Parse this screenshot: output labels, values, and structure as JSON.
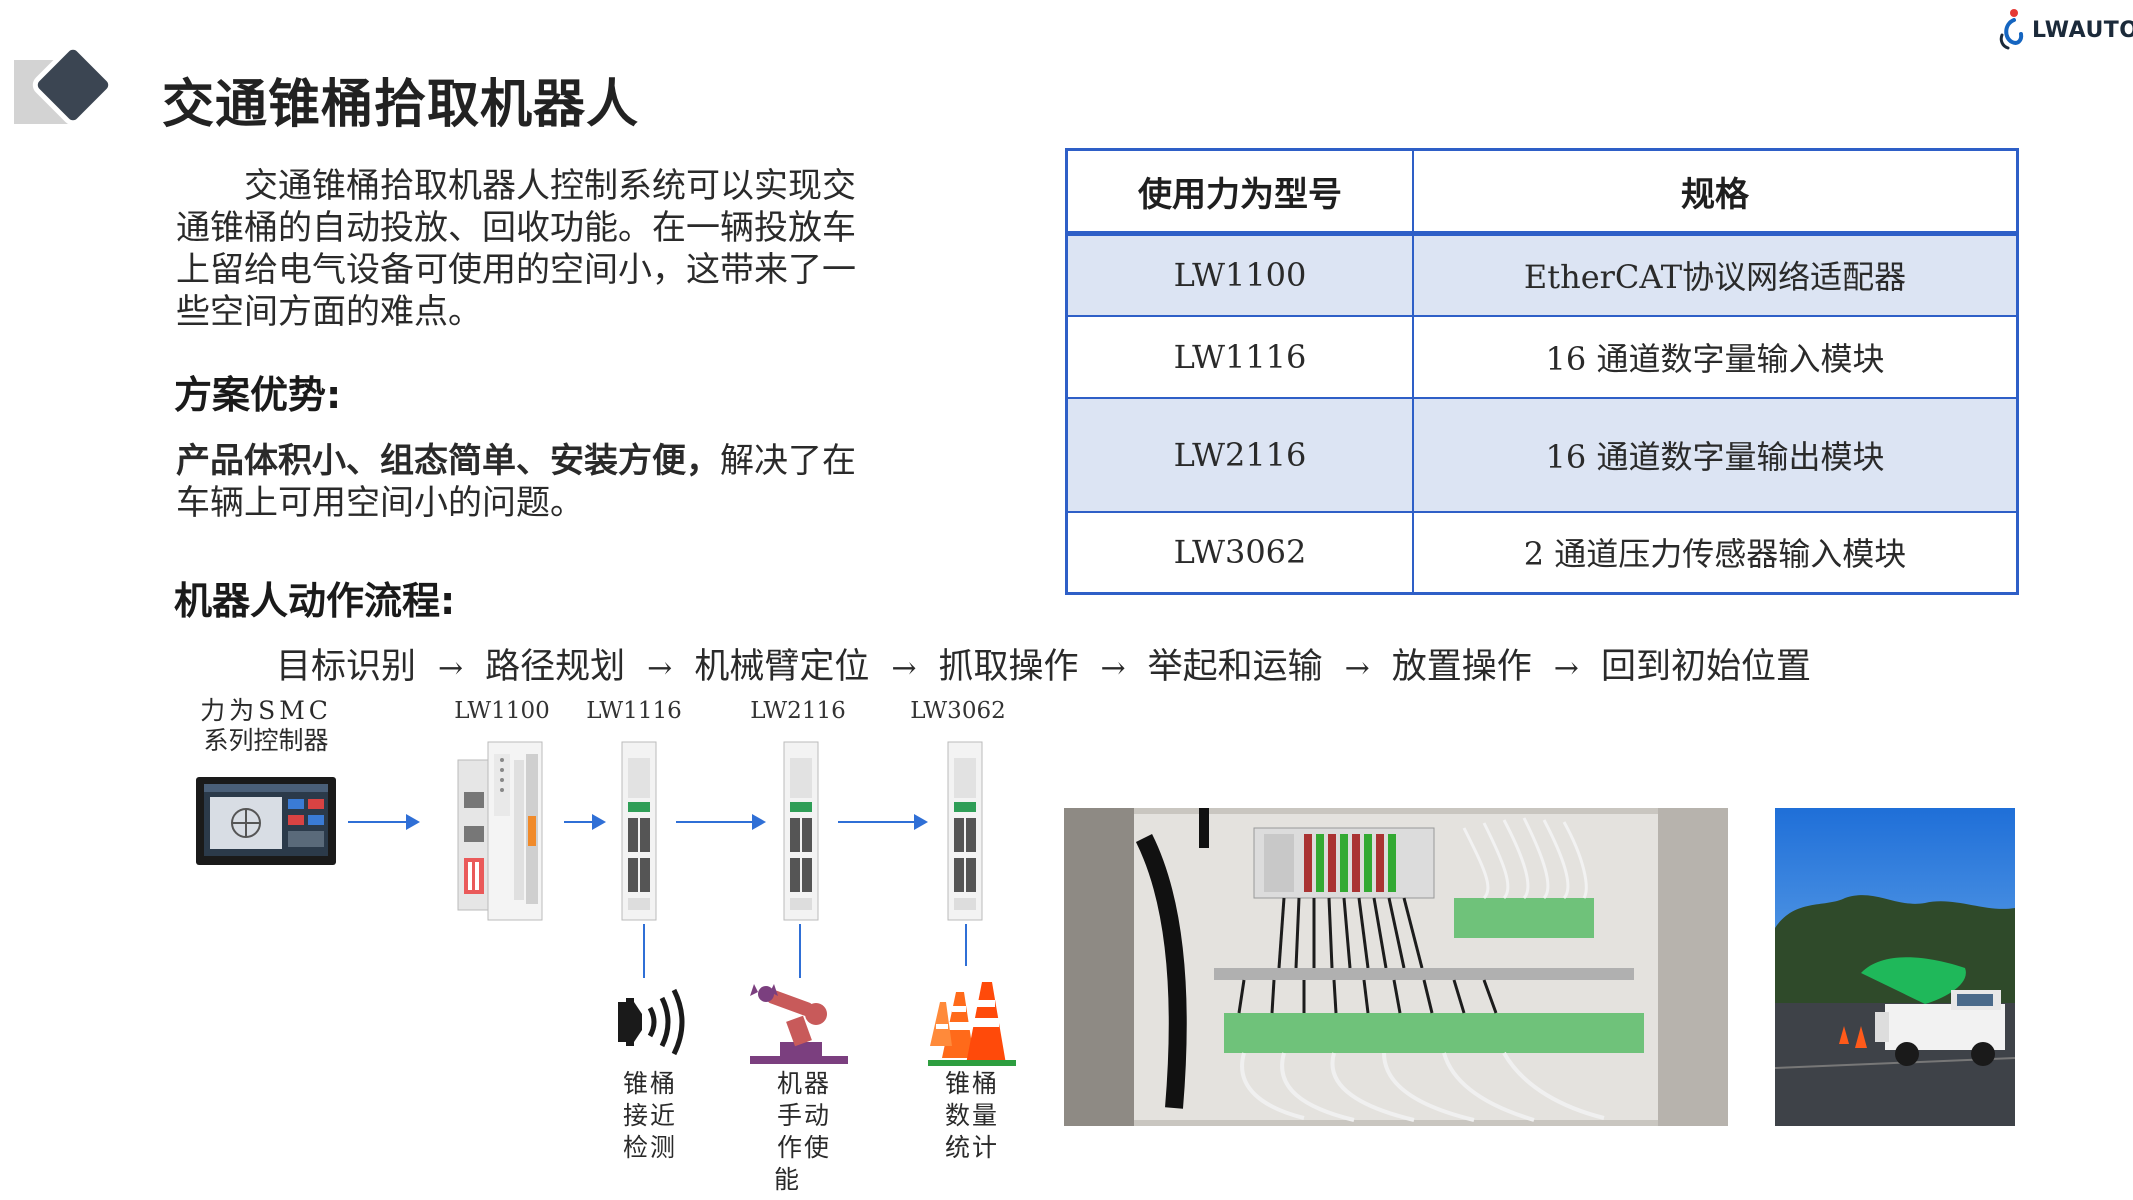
{
  "header": {
    "title": "交通锥桶拾取机器人",
    "logo_text": "LWAUTO"
  },
  "intro": {
    "paragraph": "交通锥桶拾取机器人控制系统可以实现交通锥桶的自动投放、回收功能。在一辆投放车上留给电气设备可使用的空间小，这带来了一些空间方面的难点。"
  },
  "advantages": {
    "heading": "方案优势:",
    "bold_text": "产品体积小、组态简单、安装方便，",
    "text": "解决了在车辆上可用空间小的问题。"
  },
  "spec_table": {
    "headers": [
      "使用力为型号",
      "规格"
    ],
    "rows": [
      {
        "model": "LW1100",
        "spec": "EtherCAT协议网络适配器"
      },
      {
        "model": "LW1116",
        "spec": "16 通道数字量输入模块"
      },
      {
        "model": "LW2116",
        "spec": "16 通道数字量输出模块"
      },
      {
        "model": "LW3062",
        "spec": "2 通道压力传感器输入模块"
      }
    ]
  },
  "flow": {
    "heading": "机器人动作流程:",
    "steps": [
      "目标识别",
      "路径规划",
      "机械臂定位",
      "抓取操作",
      "举起和运输",
      "放置操作",
      "回到初始位置"
    ],
    "arrow": "→"
  },
  "devices": {
    "controller_label_1": "力为SMC",
    "controller_label_2": "系列控制器",
    "m1": "LW1100",
    "m2": "LW1116",
    "m3": "LW2116",
    "m4": "LW3062"
  },
  "functions": {
    "f1": [
      "锥桶",
      "接近",
      "检测"
    ],
    "f2": [
      "机器",
      "手动",
      "作使",
      "能"
    ],
    "f3": [
      "锥桶",
      "数量",
      "统计"
    ]
  },
  "colors": {
    "table_border": "#2e5fc7",
    "table_shade": "#dce4f3",
    "arrow": "#2f6fd6",
    "badge": "#3b4552"
  }
}
